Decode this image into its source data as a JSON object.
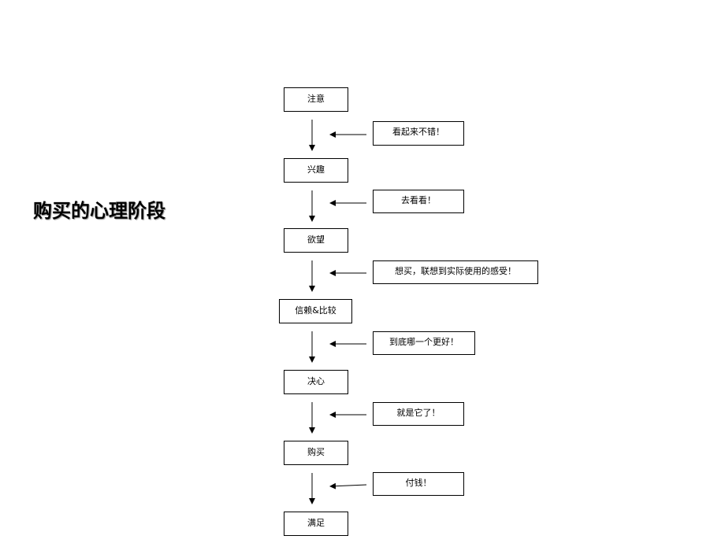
{
  "title": "购买的心理阶段",
  "stages": [
    {
      "label": "注意"
    },
    {
      "label": "兴趣"
    },
    {
      "label": "欲望"
    },
    {
      "label": "信赖&比较"
    },
    {
      "label": "决心"
    },
    {
      "label": "购买"
    },
    {
      "label": "满足"
    }
  ],
  "notes": [
    {
      "label": "看起来不错！"
    },
    {
      "label": "去看看！"
    },
    {
      "label": "想买，联想到实际使用的感受！"
    },
    {
      "label": "到底哪一个更好！"
    },
    {
      "label": "就是它了！"
    },
    {
      "label": "付钱！"
    }
  ]
}
